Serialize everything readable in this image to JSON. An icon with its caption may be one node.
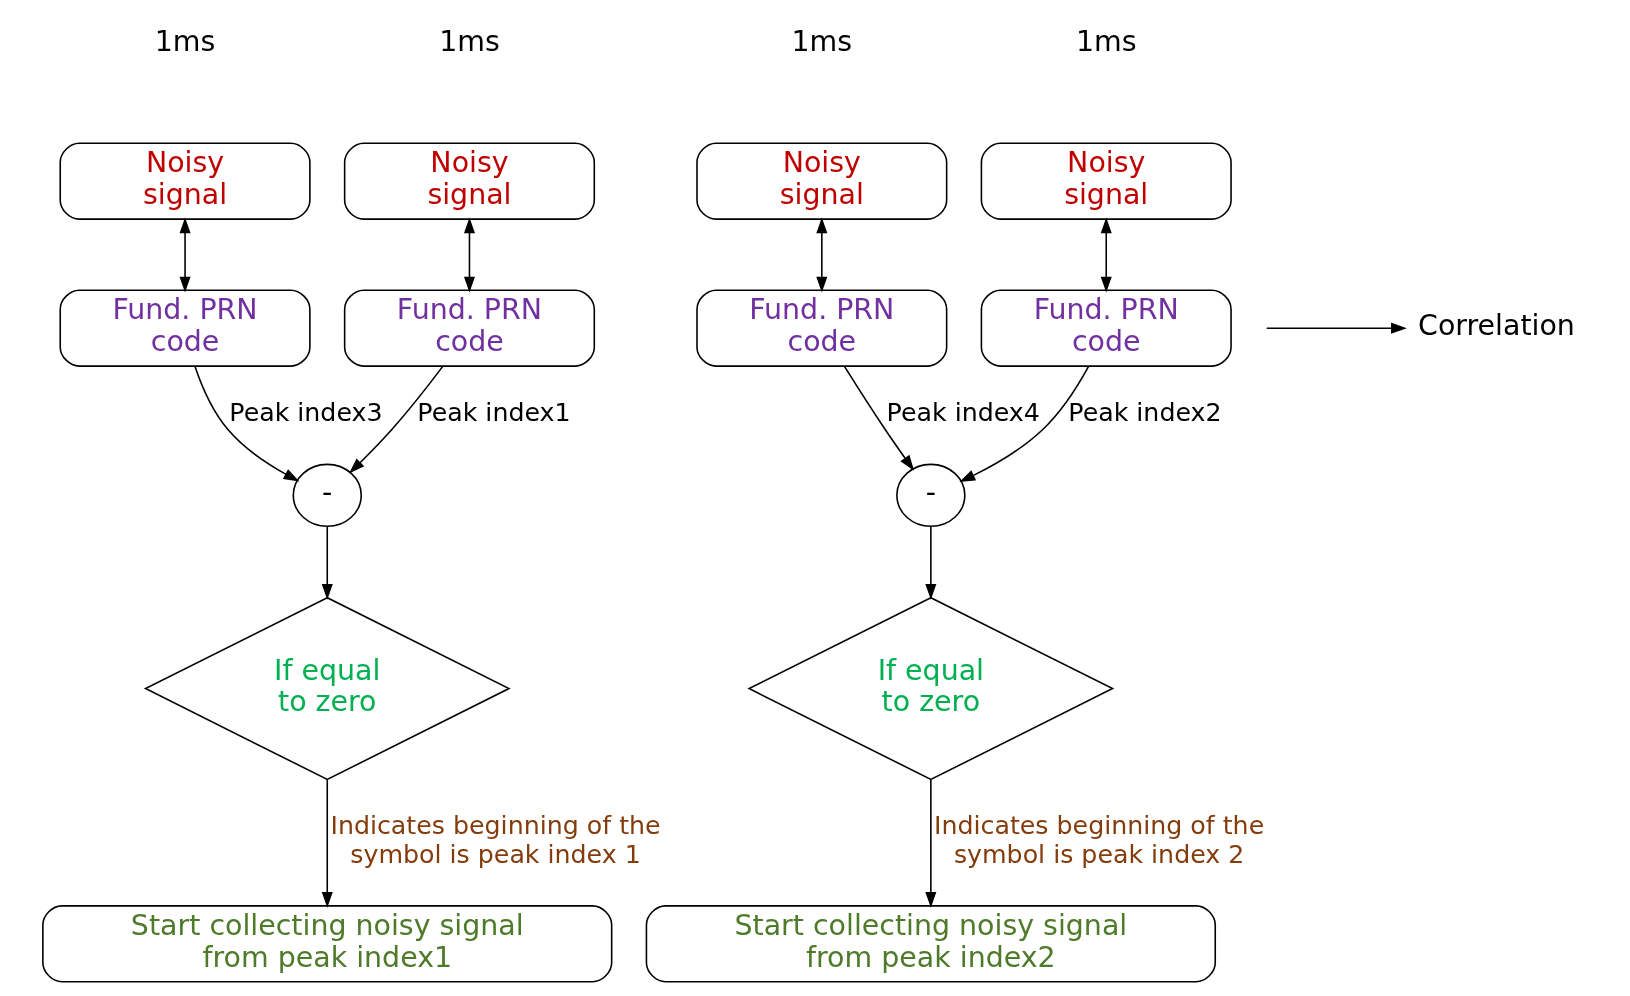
{
  "diagram": {
    "nodes": [
      {
        "text": [
          "Noisy signal"
        ]
      },
      {
        "text": [
          "Noisy signal"
        ]
      },
      {
        "text": [
          "Noisy signal"
        ]
      },
      {
        "text": [
          "Noisy signal"
        ]
      },
      {
        "text": [
          "Fund. PRN code"
        ]
      },
      {
        "text": [
          "Fund. PRN code"
        ]
      },
      {
        "text": [
          "Fund. PRN code"
        ]
      },
      {
        "text": [
          "Fund. PRN code"
        ]
      },
      {
        "text": [
          "-"
        ]
      },
      {
        "text": [
          "-"
        ]
      },
      {
        "text": [
          "If equal to zero"
        ]
      },
      {
        "text": [
          "If equal to zero"
        ]
      },
      {
        "text": [
          "Start collecting noisy signal from peak index1"
        ]
      },
      {
        "text": [
          "Start collecting noisy signal from peak index2"
        ]
      },
      {
        "text": [
          "Correlation"
        ]
      }
    ],
    "edges": [
      {
        "from": 0,
        "to": 4,
        "arrow": "both"
      },
      {
        "from": 1,
        "to": 5,
        "arrow": "both"
      },
      {
        "from": 2,
        "to": 6,
        "arrow": "both"
      },
      {
        "from": 3,
        "to": 7,
        "arrow": "both"
      },
      {
        "from": 4,
        "to": 8,
        "arrow": "to",
        "label": "Peak index1"
      },
      {
        "from": 6,
        "to": 8,
        "arrow": "to",
        "label": "Peak index3"
      },
      {
        "from": 5,
        "to": 9,
        "arrow": "to",
        "label": "Peak index2"
      },
      {
        "from": 7,
        "to": 9,
        "arrow": "to",
        "label": "Peak index4"
      },
      {
        "from": 8,
        "to": 10,
        "arrow": "to"
      },
      {
        "from": 9,
        "to": 11,
        "arrow": "to"
      },
      {
        "from": 10,
        "to": 12,
        "arrow": "to",
        "label": "Indicates beginning of the symbol is peak index 1"
      },
      {
        "from": 11,
        "to": 13,
        "arrow": "to",
        "label": "Indicates beginning of the symbol is peak index 2"
      },
      {
        "from": null,
        "to": 14,
        "arrow": "to"
      }
    ],
    "labels": [
      "1ms",
      "1ms",
      "1ms",
      "1ms"
    ]
  }
}
